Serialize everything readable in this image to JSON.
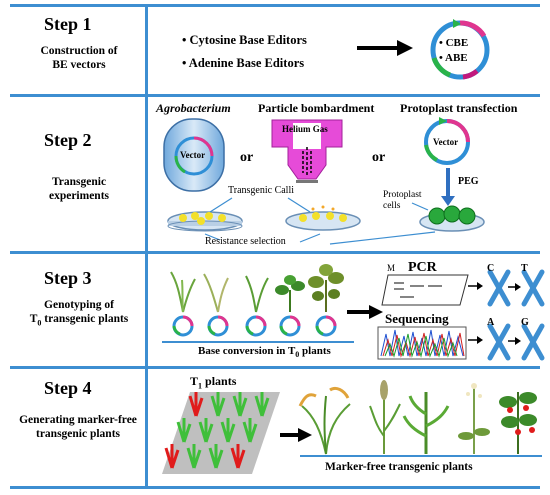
{
  "steps": [
    {
      "title": "Step 1",
      "desc_lines": [
        "Construction of",
        "BE vectors"
      ]
    },
    {
      "title": "Step 2",
      "desc_lines": [
        "Transgenic",
        "experiments"
      ]
    },
    {
      "title": "Step 3",
      "desc_lines": [
        "Genotyping of",
        "T",
        "0",
        " transgenic plants"
      ]
    },
    {
      "title": "Step 4",
      "desc_lines": [
        "Generating marker-free",
        "transgenic plants"
      ]
    }
  ],
  "step1": {
    "items": [
      "• Cytosine Base Editors",
      "• Adenine Base Editors"
    ],
    "plasmid_labels": [
      "• CBE",
      "• ABE"
    ]
  },
  "step2": {
    "agro_title": "Agrobacterium",
    "particle_title": "Particle bombardment",
    "proto_title": "Protoplast transfection",
    "vector": "Vector",
    "or": "or",
    "helium": "Helium Gas",
    "calli": "Transgenic Calli",
    "proto_cells_lines": [
      "Protoplast",
      "cells"
    ],
    "peg": "PEG",
    "resistance": "Resistance  selection"
  },
  "step3": {
    "base_conversion_prefix": "Base conversion in T",
    "base_conversion_sub": "0",
    "base_conversion_suffix": " plants",
    "pcr": "PCR",
    "m": "M",
    "sequencing": "Sequencing",
    "bases": [
      "C",
      "T",
      "A",
      "G"
    ]
  },
  "step4": {
    "t1_prefix": "T",
    "t1_sub": "1",
    "t1_suffix": " plants",
    "marker_free": "Marker-free transgenic plants"
  },
  "colors": {
    "separator": "#3d8ed1",
    "ring_green": "#29b34a",
    "ring_blue": "#2f8fd6",
    "ring_pink": "#e0358f",
    "ring_magenta": "#c2187c",
    "plant_green": "#3fbf3a",
    "plant_red": "#e01b1b",
    "chromosome": "#3d8ed1"
  }
}
